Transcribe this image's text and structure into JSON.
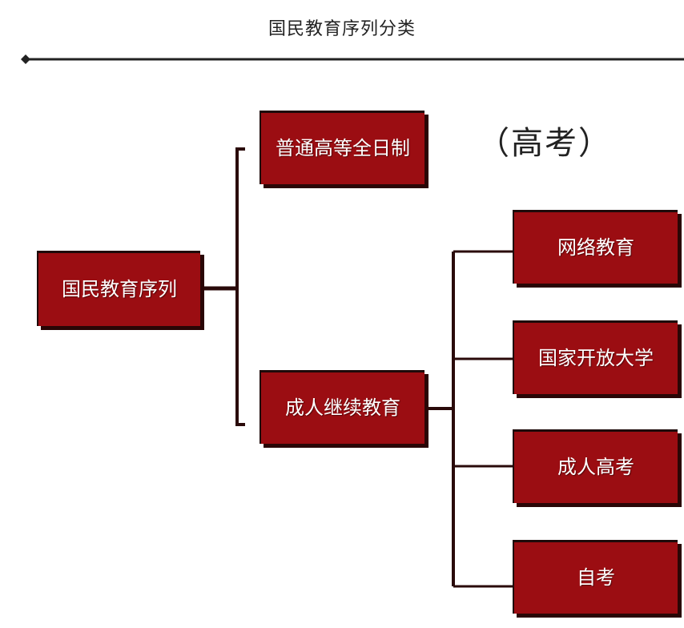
{
  "title": "国民教育序列分类",
  "root": {
    "label": "国民教育序列"
  },
  "branches": [
    {
      "label": "普通高等全日制",
      "annotation": "（高考）"
    },
    {
      "label": "成人继续教育",
      "children": [
        {
          "label": "网络教育"
        },
        {
          "label": "国家开放大学"
        },
        {
          "label": "成人高考"
        },
        {
          "label": "自考"
        }
      ]
    }
  ],
  "colors": {
    "box_fill": "#9b0d12",
    "box_shadow": "#2a0606",
    "connector": "#2a0a0a",
    "text": "#ffffff"
  }
}
